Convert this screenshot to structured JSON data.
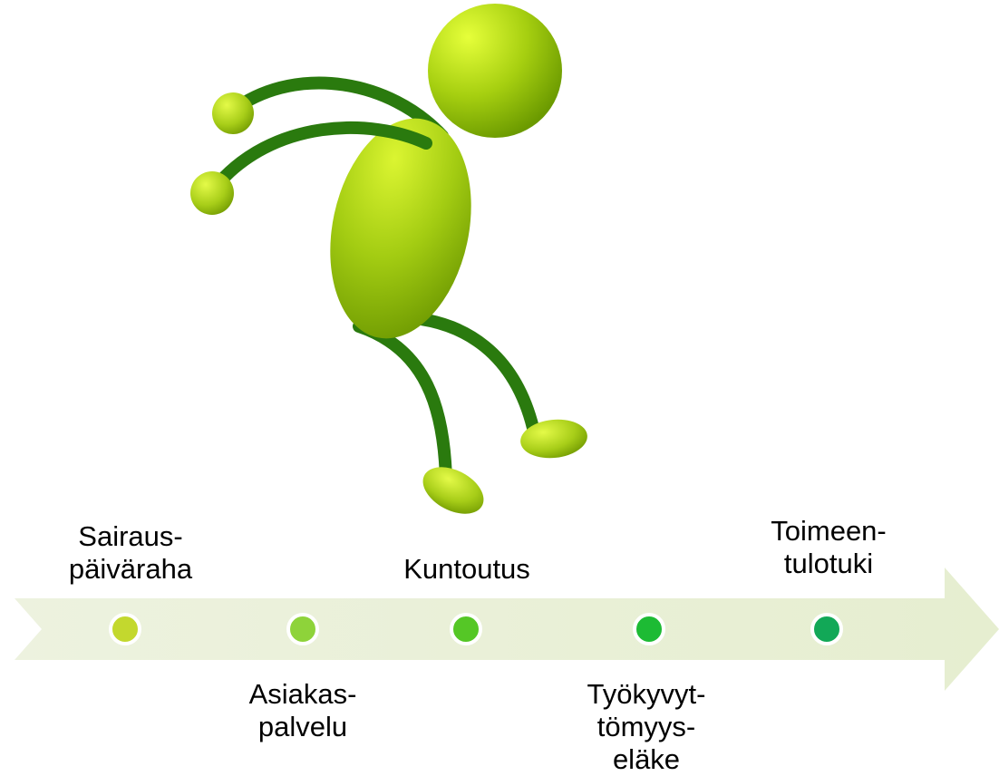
{
  "timeline": {
    "arrow_fill": "#e8efd6",
    "milestones": [
      {
        "id": "sairauspaivaraha",
        "lines": [
          "Sairaus-",
          "päiväraha"
        ],
        "position": "above",
        "color": "#c3d82e"
      },
      {
        "id": "asiakaspalvelu",
        "lines": [
          "Asiakas-",
          "palvelu"
        ],
        "position": "below",
        "color": "#8ed33a"
      },
      {
        "id": "kuntoutus",
        "lines": [
          "Kuntoutus"
        ],
        "position": "above",
        "color": "#55c726"
      },
      {
        "id": "tyokyvyttomyyselake",
        "lines": [
          "Työkyvyt-",
          "tömyys-",
          "eläke"
        ],
        "position": "below",
        "color": "#1dbb34"
      },
      {
        "id": "toimeentulotuki",
        "lines": [
          "Toimeen-",
          "tulotuki"
        ],
        "position": "above",
        "color": "#12a857"
      }
    ]
  },
  "figure": {
    "description_icon": "stick-figure-running-icon",
    "body_color": "#9ccb1a",
    "limb_color": "#1f7d12"
  }
}
